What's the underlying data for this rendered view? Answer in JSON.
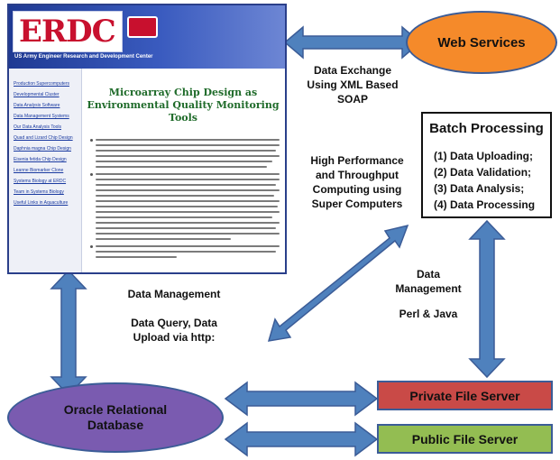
{
  "website": {
    "logo_text": "ERDC",
    "tagline": "US Army Engineer Research and Development Center",
    "nav_items": [
      "Production Supercomputers",
      "Developmental Cluster",
      "Data Analysis Software",
      "Data Management Systems",
      "Our Data Analysis Tools",
      "Quad and Lizard Chip Design",
      "Daphnia magna Chip Design",
      "Eisenia fetida Chip Design",
      "Leanne Biomarker Clone",
      "Systems Biology at ERDC",
      "Team in Systems Biology",
      "Useful Links in Aquaculture"
    ],
    "page_title": "Microarray Chip Design as Environmental Quality Monitoring Tools"
  },
  "nodes": {
    "web_services": "Web Services",
    "batch_title": "Batch Processing",
    "batch_items": [
      "(1)  Data Uploading;",
      "(2)  Data Validation;",
      "(3)  Data Analysis;",
      "(4)  Data Processing"
    ],
    "database_line1": "Oracle Relational",
    "database_line2": "Database",
    "private_server": "Private File Server",
    "public_server": "Public File Server"
  },
  "labels": {
    "data_exchange_1": "Data Exchange",
    "data_exchange_2": "Using XML Based",
    "data_exchange_3": "SOAP",
    "hpc_1": "High Performance",
    "hpc_2": "and Throughput",
    "hpc_3": "Computing using",
    "hpc_4": "Super Computers",
    "data_management_left": "Data Management",
    "query_1": "Data Query, Data",
    "query_2": "Upload via http:",
    "data_mgmt_right_1": "Data",
    "data_mgmt_right_2": "Management",
    "perl_java": "Perl & Java"
  },
  "colors": {
    "arrow_fill": "#4f81bd",
    "arrow_stroke": "#3b5c97",
    "web_services": "#f58a2a",
    "database": "#7a5bb0",
    "private_server": "#c94a47",
    "public_server": "#93bd52"
  }
}
